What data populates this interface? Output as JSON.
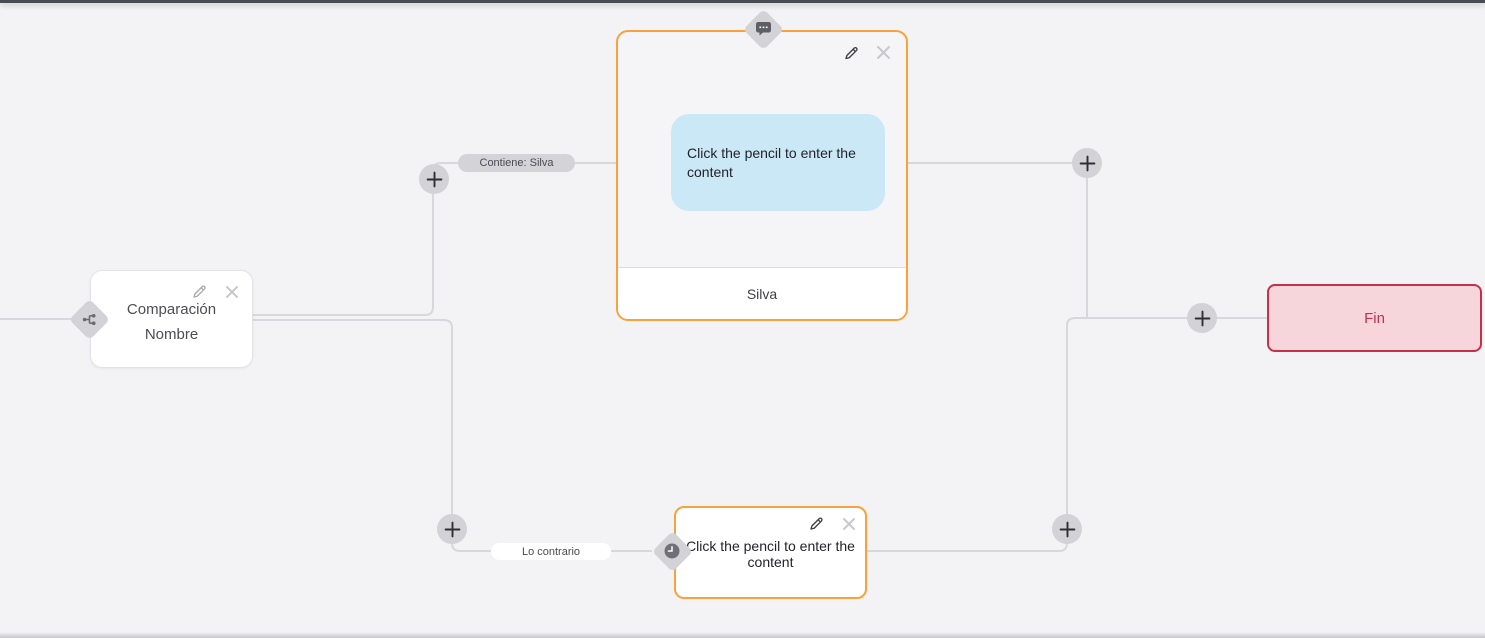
{
  "app": {
    "background_color": "#f3f3f5",
    "accent_orange": "#f9a23c",
    "connector_color": "#d8d8dc"
  },
  "nodes": {
    "condition": {
      "title_line1": "Comparación",
      "title_line2": "Nombre",
      "type_icon": "branch-icon"
    },
    "message": {
      "body_placeholder": "Click the pencil to enter the content",
      "footer_label": "Silva",
      "type_icon": "chat-bubble-icon",
      "bubble_color": "#cbe8f6"
    },
    "wait": {
      "body_placeholder": "Click the pencil to enter the content",
      "type_icon": "clock-icon"
    },
    "end": {
      "label": "Fin",
      "border_color": "#c5304c",
      "fill_color": "#f7d6db"
    }
  },
  "edges": {
    "top_condition_label": "Contiene: Silva",
    "bottom_condition_label": "Lo contrario"
  },
  "controls": {
    "edit_icon": "pencil-icon",
    "delete_icon": "close-icon",
    "add_icon": "plus-icon"
  }
}
